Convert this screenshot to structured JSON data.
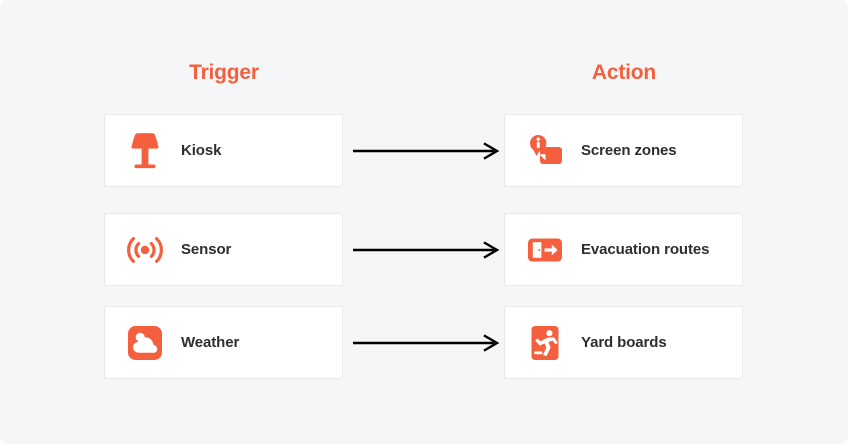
{
  "columns": {
    "trigger_header": "Trigger",
    "action_header": "Action"
  },
  "colors": {
    "accent": "#f4603e",
    "page_background": "#f5f6f8",
    "card_background": "#ffffff",
    "card_border": "#e9eaee",
    "label_text": "#2e2e33",
    "arrow": "#000000"
  },
  "rows": [
    {
      "trigger": {
        "label": "Kiosk",
        "icon": "kiosk-lectern-icon"
      },
      "connector": {
        "icon": "arrow-right-icon"
      },
      "action": {
        "label": "Screen zones",
        "icon": "screen-info-bubble-icon"
      }
    },
    {
      "trigger": {
        "label": "Sensor",
        "icon": "sensor-signal-icon"
      },
      "connector": {
        "icon": "arrow-right-icon"
      },
      "action": {
        "label": "Evacuation routes",
        "icon": "exit-door-arrow-icon"
      }
    },
    {
      "trigger": {
        "label": "Weather",
        "icon": "weather-sun-cloud-icon"
      },
      "connector": {
        "icon": "arrow-right-icon"
      },
      "action": {
        "label": "Yard boards",
        "icon": "running-person-icon"
      }
    }
  ]
}
